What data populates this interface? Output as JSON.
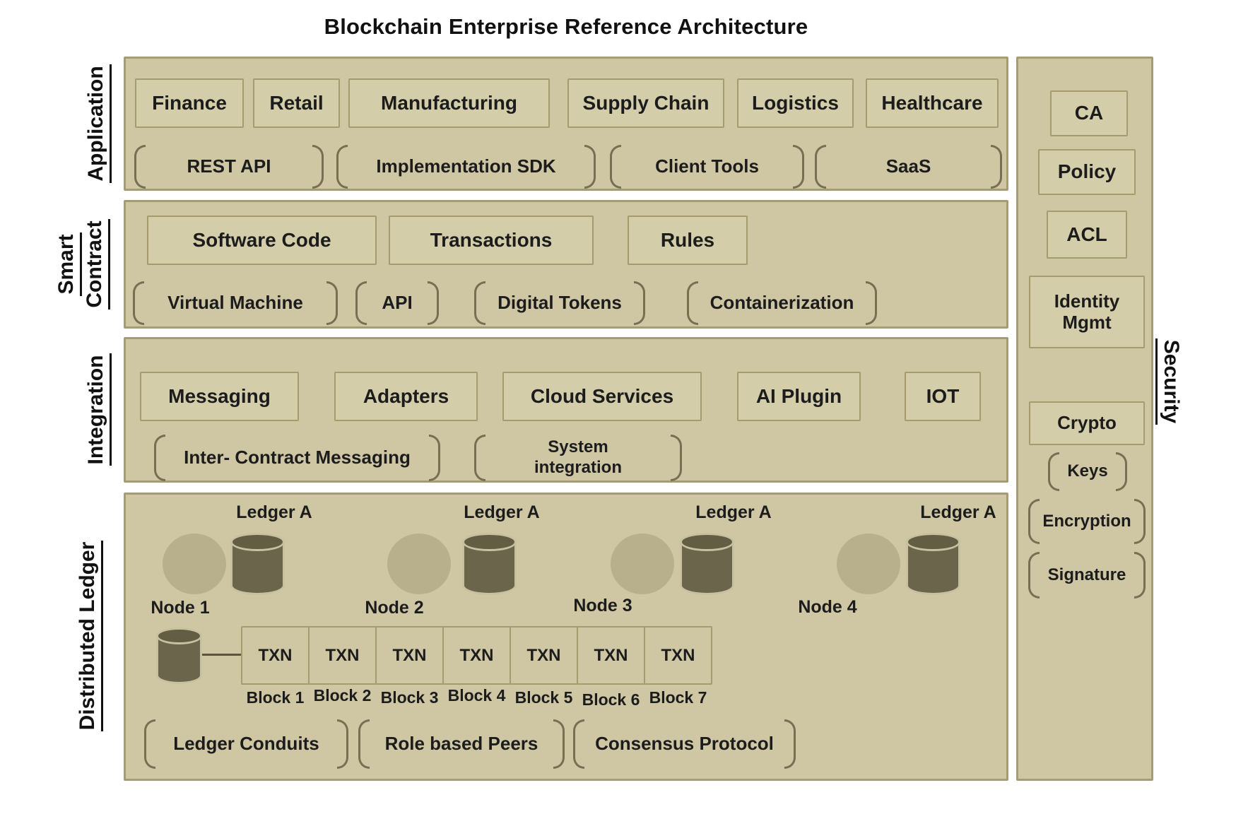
{
  "title": "Blockchain Enterprise Reference Architecture",
  "colors": {
    "layer_bg": "#cfc7a3",
    "layer_border": "#a59c75",
    "box_bg": "#d4cdaa",
    "box_border": "#a59c6e",
    "bracket": "#776f53",
    "text": "#1c1c1c",
    "circle": "#b8b08d",
    "cylinder_body": "#6b654b",
    "cylinder_top": "#635d44",
    "cylinder_rim": "#c8c1a0"
  },
  "layers": {
    "application": {
      "label": "Application",
      "boxes": [
        "Finance",
        "Retail",
        "Manufacturing",
        "Supply Chain",
        "Logistics",
        "Healthcare"
      ],
      "brackets": [
        "REST API",
        "Implementation SDK",
        "Client Tools",
        "SaaS"
      ]
    },
    "smart_contract": {
      "label_line1": "Smart",
      "label_line2": "Contract",
      "boxes": [
        "Software Code",
        "Transactions",
        "Rules"
      ],
      "brackets": [
        "Virtual Machine",
        "API",
        "Digital Tokens",
        "Containerization"
      ]
    },
    "integration": {
      "label": "Integration",
      "boxes": [
        "Messaging",
        "Adapters",
        "Cloud Services",
        "AI Plugin",
        "IOT"
      ],
      "brackets": [
        "Inter- Contract Messaging",
        "System integration"
      ]
    },
    "distributed_ledger": {
      "label": "Distributed Ledger",
      "nodes": [
        {
          "name": "Node 1",
          "ledger": "Ledger A"
        },
        {
          "name": "Node 2",
          "ledger": "Ledger A"
        },
        {
          "name": "Node 3",
          "ledger": "Ledger A"
        },
        {
          "name": "Node 4",
          "ledger": "Ledger A"
        }
      ],
      "txn_label": "TXN",
      "blocks": [
        "Block 1",
        "Block 2",
        "Block 3",
        "Block 4",
        "Block 5",
        "Block 6",
        "Block 7"
      ],
      "brackets": [
        "Ledger Conduits",
        "Role based Peers",
        "Consensus Protocol"
      ]
    }
  },
  "security": {
    "label": "Security",
    "boxes": [
      "CA",
      "Policy",
      "ACL",
      "Identity Mgmt",
      "Crypto"
    ],
    "brackets": [
      "Keys",
      "Encryption",
      "Signature"
    ]
  }
}
